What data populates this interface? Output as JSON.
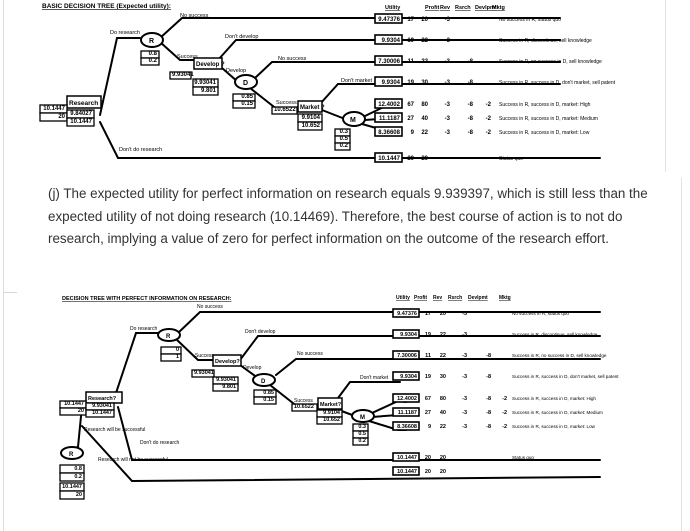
{
  "tree1": {
    "title": "BASIC DECISION TREE (Expected utility):",
    "headers": [
      "Utility",
      "Profit",
      "Rev",
      "Rsrch",
      "Devlpmt",
      "Mktg"
    ],
    "branch_labels": {
      "do_research": "Do research",
      "dont_do_research": "Don't do research",
      "no_success_r": "No success",
      "success_r": "Success",
      "dont_develop": "Don't develop",
      "develop": "Develop",
      "no_success_d": "No success",
      "success_d": "Success",
      "dont_market": "Don't market"
    },
    "nodes": {
      "research_decision": "Research ?",
      "r_chance": "R",
      "develop_decision": "Develop ?",
      "d_chance": "D",
      "market_decision": "Market ?",
      "m_chance": "M"
    },
    "value_boxes": {
      "root_left": [
        "10.1447",
        "20"
      ],
      "root_right": [
        "9.84027",
        "10.1447"
      ],
      "r_probs": [
        "0.8",
        "0.2"
      ],
      "develop_in": "9.93041",
      "develop_out": [
        "9.93041",
        "9.801"
      ],
      "d_probs": [
        "0.85",
        "0.15"
      ],
      "market_in": "10.6522",
      "market_out": [
        "9.9104",
        "10.652"
      ],
      "m_probs": [
        "0.3",
        "0.5",
        "0.2"
      ]
    },
    "rows": [
      {
        "utility": "9.47376",
        "profit": "17",
        "rev": "20",
        "rsrch": "-3",
        "devlpmt": "",
        "mktg": "",
        "desc": "No success in R, status quo"
      },
      {
        "utility": "9.9304",
        "profit": "19",
        "rev": "22",
        "rsrch": "-3",
        "devlpmt": "",
        "mktg": "",
        "desc": "Success in R, discontinue, sell knowledge"
      },
      {
        "utility": "7.30006",
        "profit": "11",
        "rev": "22",
        "rsrch": "-3",
        "devlpmt": "-8",
        "mktg": "",
        "desc": "Success in R, no success in D, sell knowledge"
      },
      {
        "utility": "9.9304",
        "profit": "19",
        "rev": "30",
        "rsrch": "-3",
        "devlpmt": "-8",
        "mktg": "",
        "desc": "Success in R, success in D, don't market, sell patent"
      },
      {
        "utility": "12.4002",
        "profit": "67",
        "rev": "80",
        "rsrch": "-3",
        "devlpmt": "-8",
        "mktg": "-2",
        "desc": "Success in R, success in D, market: High"
      },
      {
        "utility": "11.1187",
        "profit": "27",
        "rev": "40",
        "rsrch": "-3",
        "devlpmt": "-8",
        "mktg": "-2",
        "desc": "Success in R, success in D, market: Medium"
      },
      {
        "utility": "8.36608",
        "profit": "9",
        "rev": "22",
        "rsrch": "-3",
        "devlpmt": "-8",
        "mktg": "-2",
        "desc": "Success in R, success in D, market: Low"
      },
      {
        "utility": "10.1447",
        "profit": "20",
        "rev": "20",
        "rsrch": "",
        "devlpmt": "",
        "mktg": "",
        "desc": "Status quo"
      }
    ]
  },
  "paragraph": "(j) The expected utility for perfect information on research equals 9.939397, which is still less than the expected utility of not doing research (10.14469). Therefore, the best course of action is to not do research, implying a value of zero for perfect information on the outcome of the research effort.",
  "tree2": {
    "title": "DECISION TREE WITH PERFECT INFORMATION ON RESEARCH:",
    "headers": [
      "Utility",
      "Profit",
      "Rev",
      "Rsrch",
      "Devlpmt",
      "Mktg"
    ],
    "branch_labels": {
      "do_research": "Do research",
      "dont_do_research": "Don't do research",
      "no_success_r": "No success",
      "success_r": "Success",
      "dont_develop": "Don't develop",
      "develop": "Develop",
      "no_success_d": "No success",
      "success_d": "Success",
      "dont_market": "Don't market",
      "research_will_be_successful": "Research will be successful",
      "research_will_not_be_successful": "Research will not be successful"
    },
    "nodes": {
      "research_decision": "Research?",
      "r_chance": "R",
      "develop_decision": "Develop?",
      "d_chance": "D",
      "market_decision": "Market?",
      "m_chance": "M",
      "perfect_info_chance": "R"
    },
    "value_boxes": {
      "root_left": [
        "10.1447",
        "20"
      ],
      "root_right": [
        "9.93041",
        "10.1447"
      ],
      "r_probs": [
        "0",
        "1"
      ],
      "develop_in": "9.93041",
      "develop_out": [
        "9.93041",
        "9.801"
      ],
      "d_probs": [
        "0.85",
        "0.15"
      ],
      "market_in": "10.6522",
      "market_out": [
        "9.9104",
        "10.652"
      ],
      "m_probs": [
        "0.3",
        "0.5",
        "0.2"
      ],
      "pi_probs": [
        "0.8",
        "0.2"
      ],
      "pi_values": [
        "10.1447",
        "20"
      ]
    },
    "rows": [
      {
        "utility": "9.47376",
        "profit": "17",
        "rev": "20",
        "rsrch": "-3",
        "devlpmt": "",
        "mktg": "",
        "desc": "No success in R, status quo"
      },
      {
        "utility": "9.9304",
        "profit": "19",
        "rev": "22",
        "rsrch": "-3",
        "devlpmt": "",
        "mktg": "",
        "desc": "Success in R, discontinue, sell knowledge"
      },
      {
        "utility": "7.30006",
        "profit": "11",
        "rev": "22",
        "rsrch": "-3",
        "devlpmt": "-8",
        "mktg": "",
        "desc": "Success in R, no success in D, sell knowledge"
      },
      {
        "utility": "9.9304",
        "profit": "19",
        "rev": "30",
        "rsrch": "-3",
        "devlpmt": "-8",
        "mktg": "",
        "desc": "Success in R, success in D, don't market, sell patent"
      },
      {
        "utility": "12.4002",
        "profit": "67",
        "rev": "80",
        "rsrch": "-3",
        "devlpmt": "-8",
        "mktg": "-2",
        "desc": "Success in R, success in D, market: High"
      },
      {
        "utility": "11.1187",
        "profit": "27",
        "rev": "40",
        "rsrch": "-3",
        "devlpmt": "-8",
        "mktg": "-2",
        "desc": "Success in R, success in D, market: Medium"
      },
      {
        "utility": "8.36608",
        "profit": "9",
        "rev": "22",
        "rsrch": "-3",
        "devlpmt": "-8",
        "mktg": "-2",
        "desc": "Success in R, success in D, market: Low"
      },
      {
        "utility": "10.1447",
        "profit": "20",
        "rev": "20",
        "rsrch": "",
        "devlpmt": "",
        "mktg": "",
        "desc": "Status quo"
      },
      {
        "utility": "10.1447",
        "profit": "20",
        "rev": "20",
        "rsrch": "",
        "devlpmt": "",
        "mktg": "",
        "desc": ""
      }
    ]
  }
}
